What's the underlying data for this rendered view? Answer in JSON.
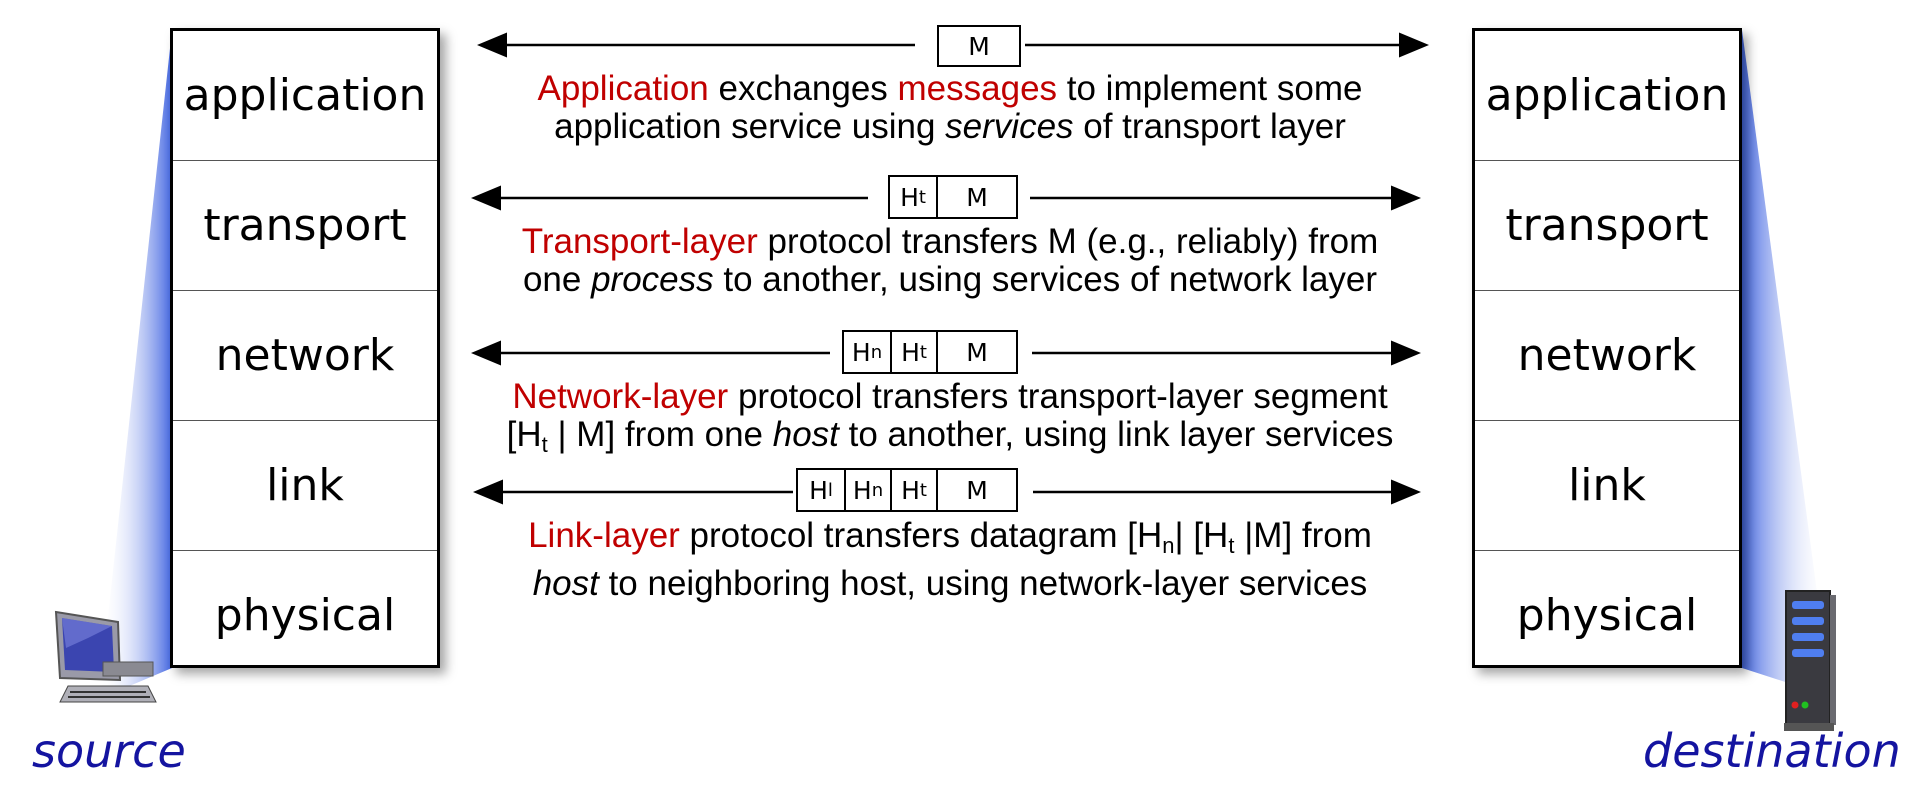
{
  "source_stack": {
    "layers": [
      "application",
      "transport",
      "network",
      "link",
      "physical"
    ],
    "label": "source"
  },
  "destination_stack": {
    "layers": [
      "application",
      "transport",
      "network",
      "link",
      "physical"
    ],
    "label": "destination"
  },
  "packets": {
    "application": [
      "M"
    ],
    "transport": [
      "H",
      "t",
      "M"
    ],
    "network": [
      "H",
      "n",
      "H",
      "t",
      "M"
    ],
    "link": [
      "H",
      "l",
      "H",
      "n",
      "H",
      "t",
      "M"
    ]
  },
  "captions": {
    "application": {
      "red1": "Application",
      "t1": " exchanges ",
      "red2": "messages",
      "t2": " to implement some application service using ",
      "italic": "services",
      "t3": " of transport layer"
    },
    "transport": {
      "red": "Transport-layer",
      "t1": " protocol transfers M (e.g., reliably) from one ",
      "italic": "process",
      "t2": " to another, using services of network layer"
    },
    "network": {
      "red": "Network-layer",
      "t1": " protocol transfers transport-layer segment [H",
      "sub1": "t",
      "t2": " | M] from one ",
      "italic": "host",
      "t3": " to another, using link layer services"
    },
    "link": {
      "red": "Link-layer",
      "t1": " protocol transfers datagram [H",
      "sub1": "n",
      "t2": "| [H",
      "sub2": "t",
      "t3": " |M] from ",
      "italic": "host",
      "t4": " to neighboring host, using network-layer services"
    }
  },
  "colors": {
    "accent_red": "#c00000",
    "label_blue": "#1414a0",
    "beam_blue": "#4a74e8"
  }
}
